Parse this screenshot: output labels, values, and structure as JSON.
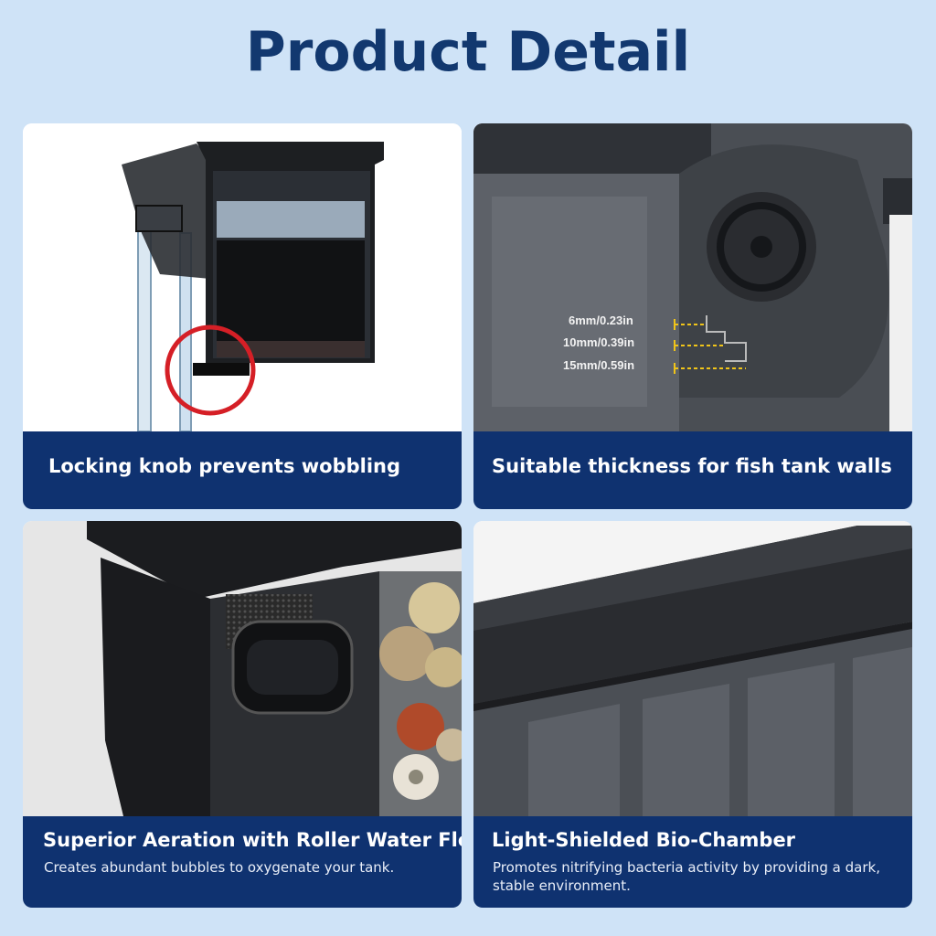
{
  "header": {
    "title": "Product Detail"
  },
  "cards": [
    {
      "caption": "Locking knob prevents wobbling"
    },
    {
      "caption": "Suitable thickness for fish tank walls",
      "measurements": [
        "6mm/0.23in",
        "10mm/0.39in",
        "15mm/0.59in"
      ]
    },
    {
      "caption": "Superior Aeration with Roller Water Flow",
      "subcaption": "Creates abundant bubbles to oxygenate your tank."
    },
    {
      "caption": "Light-Shielded Bio-Chamber",
      "subcaption": "Promotes nitrifying bacteria activity by providing a dark, stable environment."
    }
  ],
  "colors": {
    "background": "#cfe3f7",
    "title": "#12386f",
    "caption_bar": "#0f3270",
    "highlight_circle": "#d51f26",
    "measure_lines": "#f0c419"
  }
}
